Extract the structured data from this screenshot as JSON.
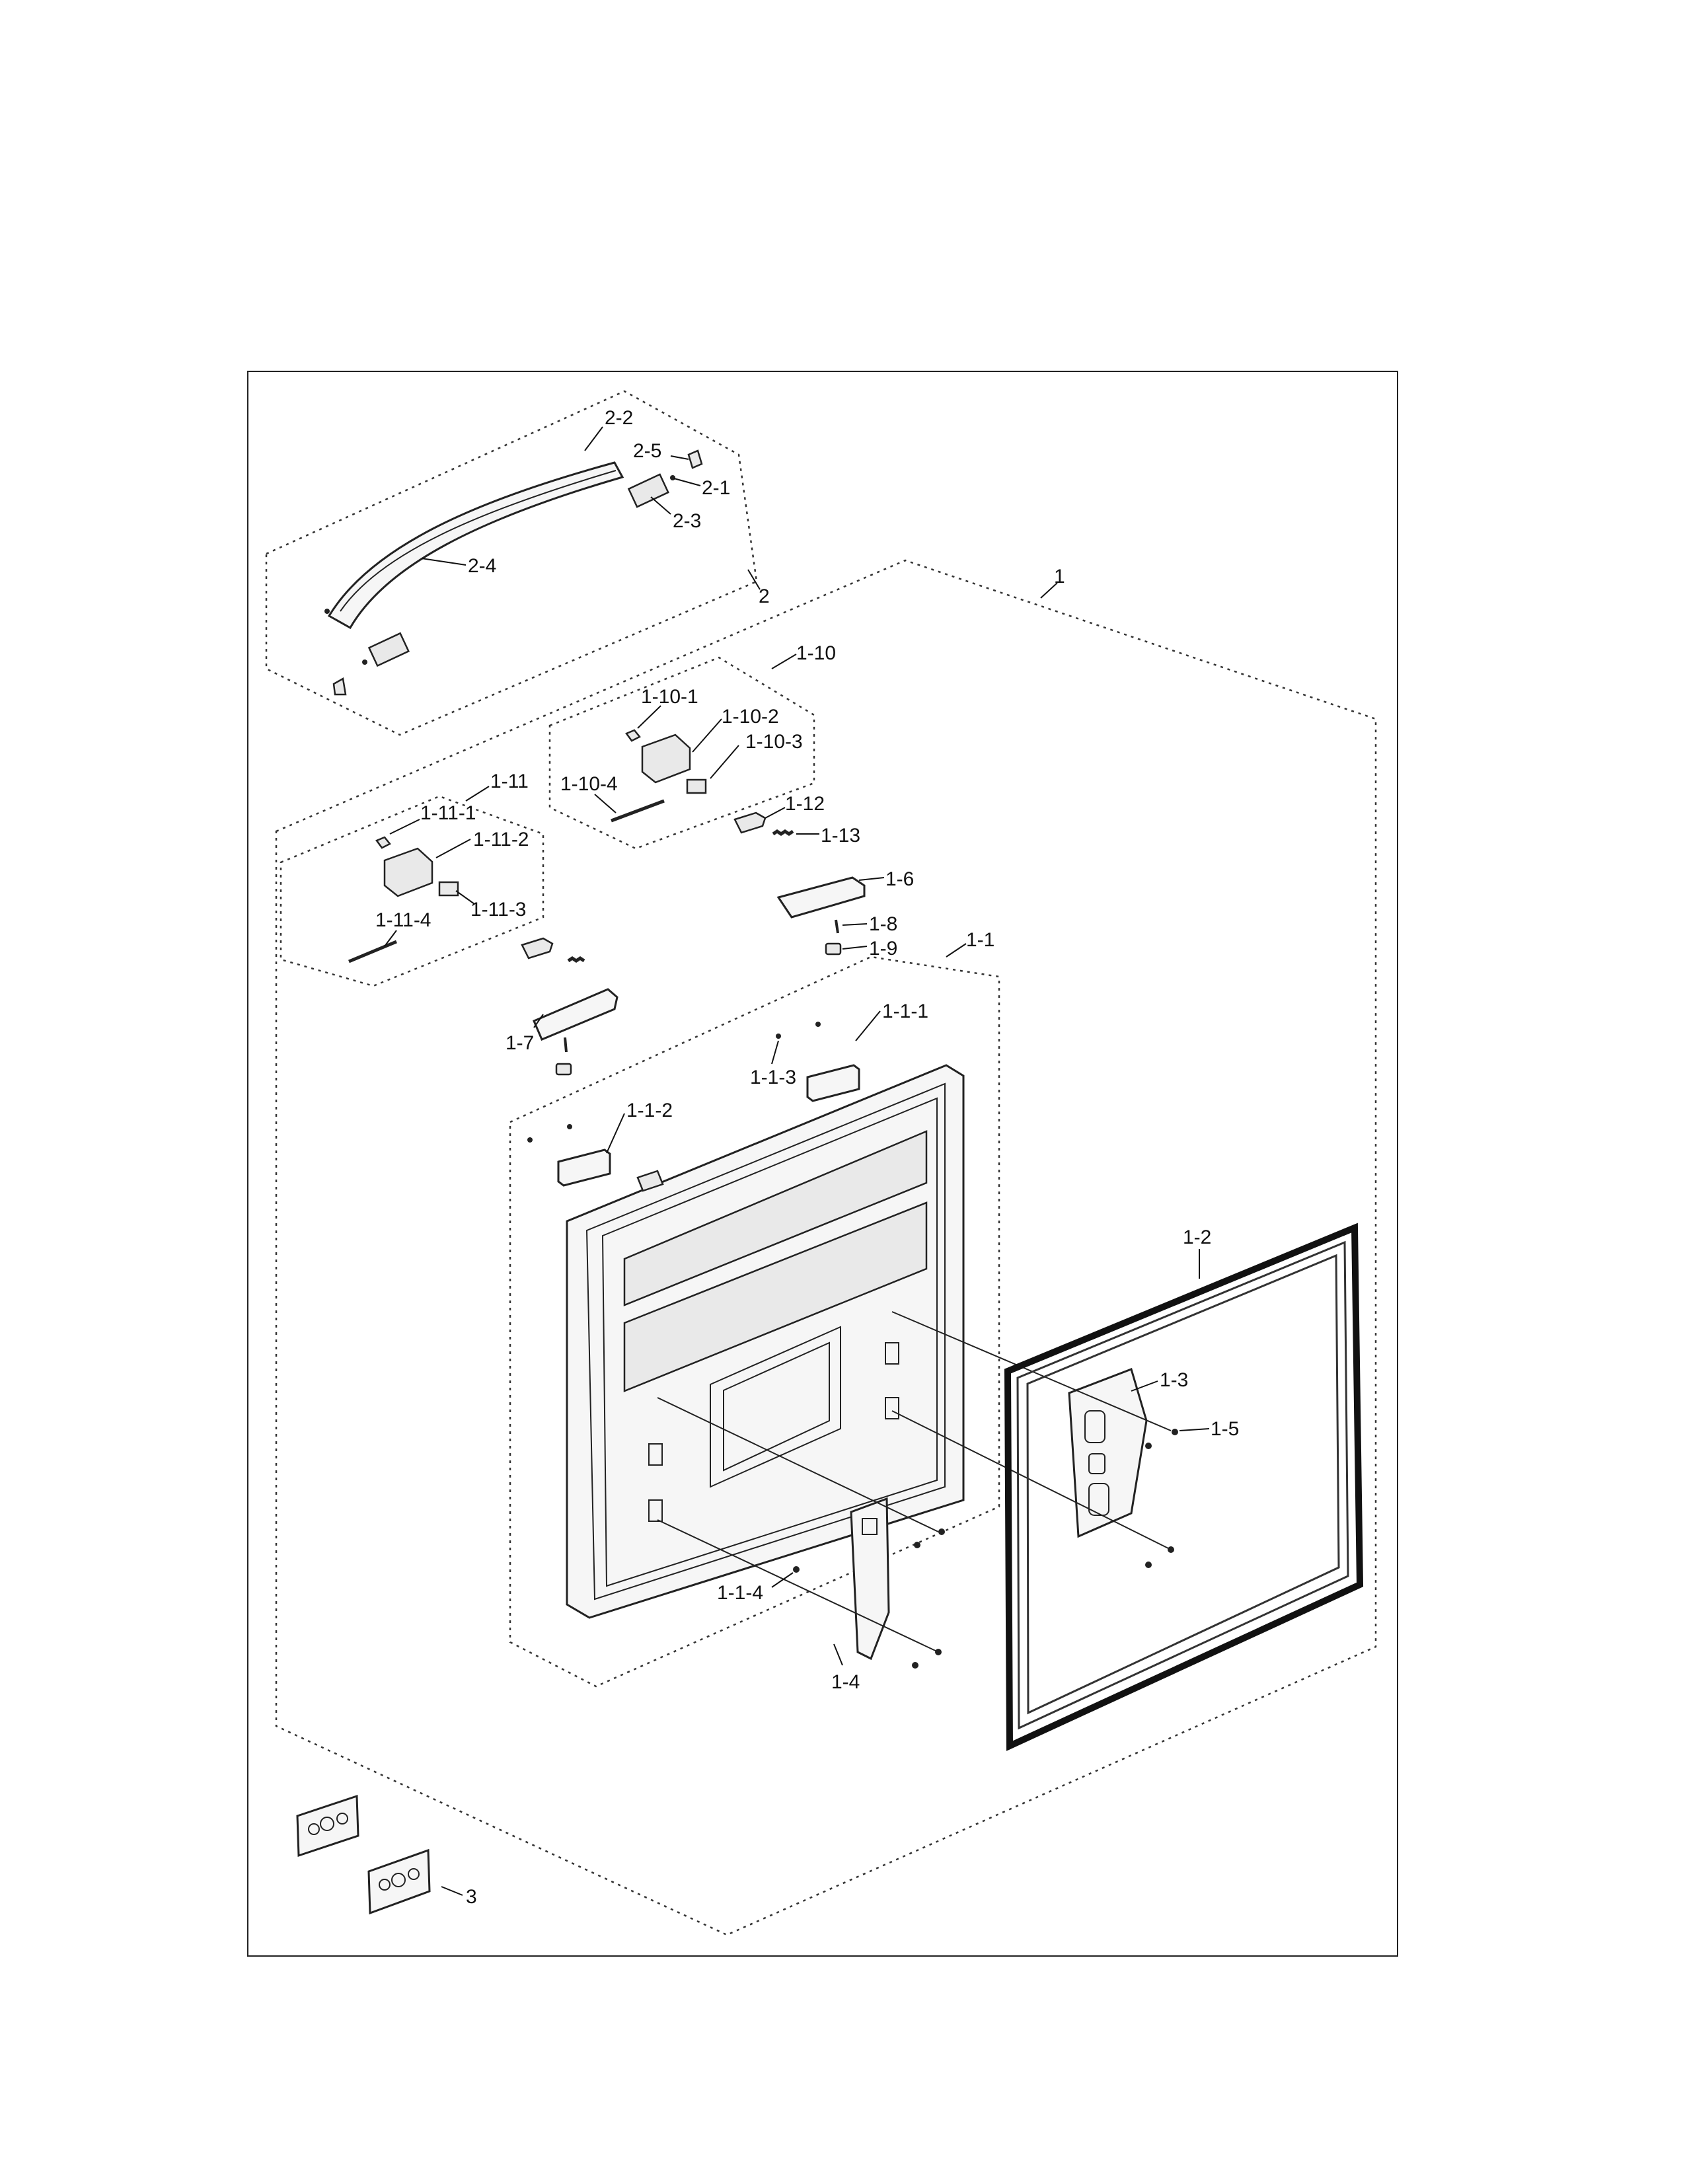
{
  "callouts": {
    "c2_2": "2-2",
    "c2_5": "2-5",
    "c2_1": "2-1",
    "c2_3": "2-3",
    "c2_4": "2-4",
    "c2": "2",
    "c1": "1",
    "c1_10": "1-10",
    "c1_10_1": "1-10-1",
    "c1_10_2": "1-10-2",
    "c1_10_3": "1-10-3",
    "c1_10_4": "1-10-4",
    "c1_11": "1-11",
    "c1_11_1": "1-11-1",
    "c1_11_2": "1-11-2",
    "c1_11_3": "1-11-3",
    "c1_11_4": "1-11-4",
    "c1_12": "1-12",
    "c1_13": "1-13",
    "c1_6": "1-6",
    "c1_8": "1-8",
    "c1_9": "1-9",
    "c1_1": "1-1",
    "c1_1_1": "1-1-1",
    "c1_1_3": "1-1-3",
    "c1_7": "1-7",
    "c1_1_2": "1-1-2",
    "c1_2": "1-2",
    "c1_3": "1-3",
    "c1_5": "1-5",
    "c1_1_4": "1-1-4",
    "c1_4": "1-4",
    "c3": "3"
  }
}
